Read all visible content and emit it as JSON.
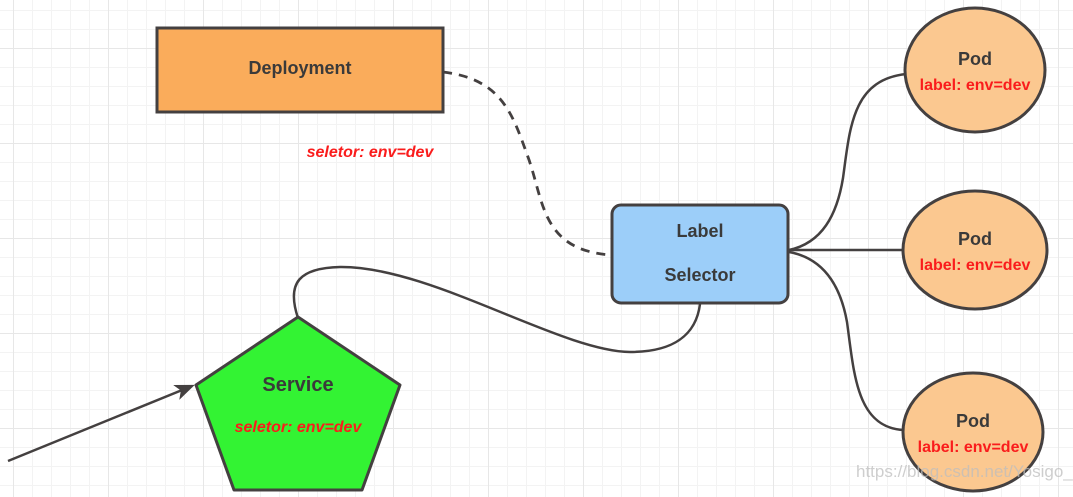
{
  "canvas": {
    "watermark": "https://blog.csdn.net/Yosigo_"
  },
  "colors": {
    "deployment_fill": "#FAAC5B",
    "selector_fill": "#9CCEF9",
    "service_fill": "#33F333",
    "pod_fill": "#FBC890",
    "stroke": "#444040",
    "text_dark": "#3A3A3A",
    "text_red": "#FA1C1C"
  },
  "nodes": {
    "deployment": {
      "label": "Deployment"
    },
    "deployment_selector_note": {
      "label": "seletor:  env=dev"
    },
    "label_selector": {
      "line1": "Label",
      "line2": "Selector"
    },
    "service": {
      "label": "Service",
      "note": "seletor:  env=dev"
    },
    "pods": [
      {
        "label": "Pod",
        "sublabel": "label: env=dev"
      },
      {
        "label": "Pod",
        "sublabel": "label: env=dev"
      },
      {
        "label": "Pod",
        "sublabel": "label: env=dev"
      }
    ]
  }
}
